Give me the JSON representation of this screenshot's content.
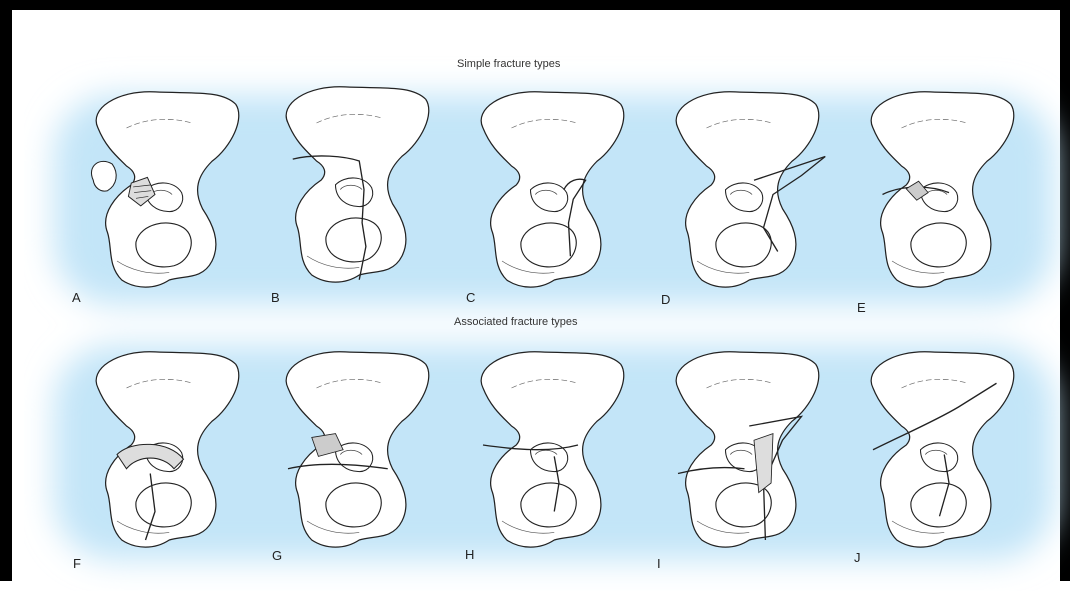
{
  "titles": {
    "simple": "Simple fracture types",
    "associated": "Associated fracture types"
  },
  "panels": [
    {
      "letter": "A"
    },
    {
      "letter": "B"
    },
    {
      "letter": "C"
    },
    {
      "letter": "D"
    },
    {
      "letter": "E"
    },
    {
      "letter": "F"
    },
    {
      "letter": "G"
    },
    {
      "letter": "H"
    },
    {
      "letter": "I"
    },
    {
      "letter": "J"
    }
  ],
  "colors": {
    "glow": "#bfe3f7",
    "bone_fill": "#ffffff",
    "ink": "#222222",
    "border": "#000000"
  }
}
